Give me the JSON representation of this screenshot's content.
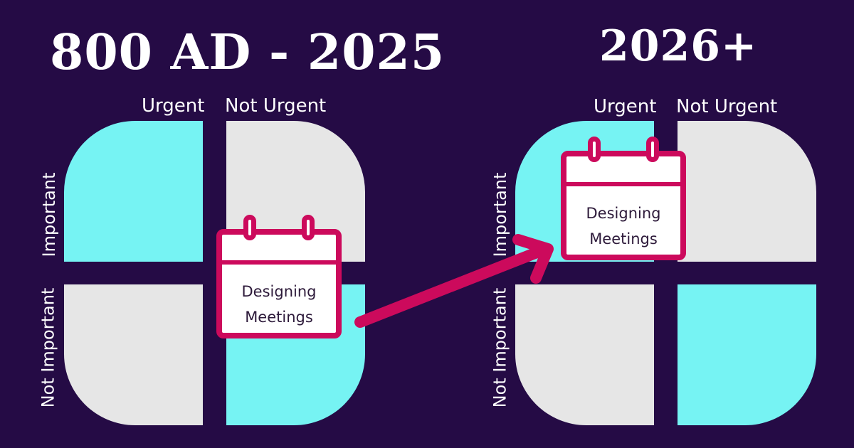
{
  "left_panel": {
    "title": "800 AD - 2025",
    "col_labels": [
      "Urgent",
      "Not Urgent"
    ],
    "row_labels": [
      "Important",
      "Not Important"
    ],
    "calendar": {
      "line1": "Designing",
      "line2": "Meetings"
    }
  },
  "right_panel": {
    "title": "2026+",
    "col_labels": [
      "Urgent",
      "Not Urgent"
    ],
    "row_labels": [
      "Important",
      "Not Important"
    ],
    "calendar": {
      "line1": "Designing",
      "line2": "Meetings"
    }
  },
  "colors": {
    "background": "#250b45",
    "highlight_quadrant": "#76f3f3",
    "neutral_quadrant": "#e6e6e6",
    "accent": "#cc0a5c"
  }
}
